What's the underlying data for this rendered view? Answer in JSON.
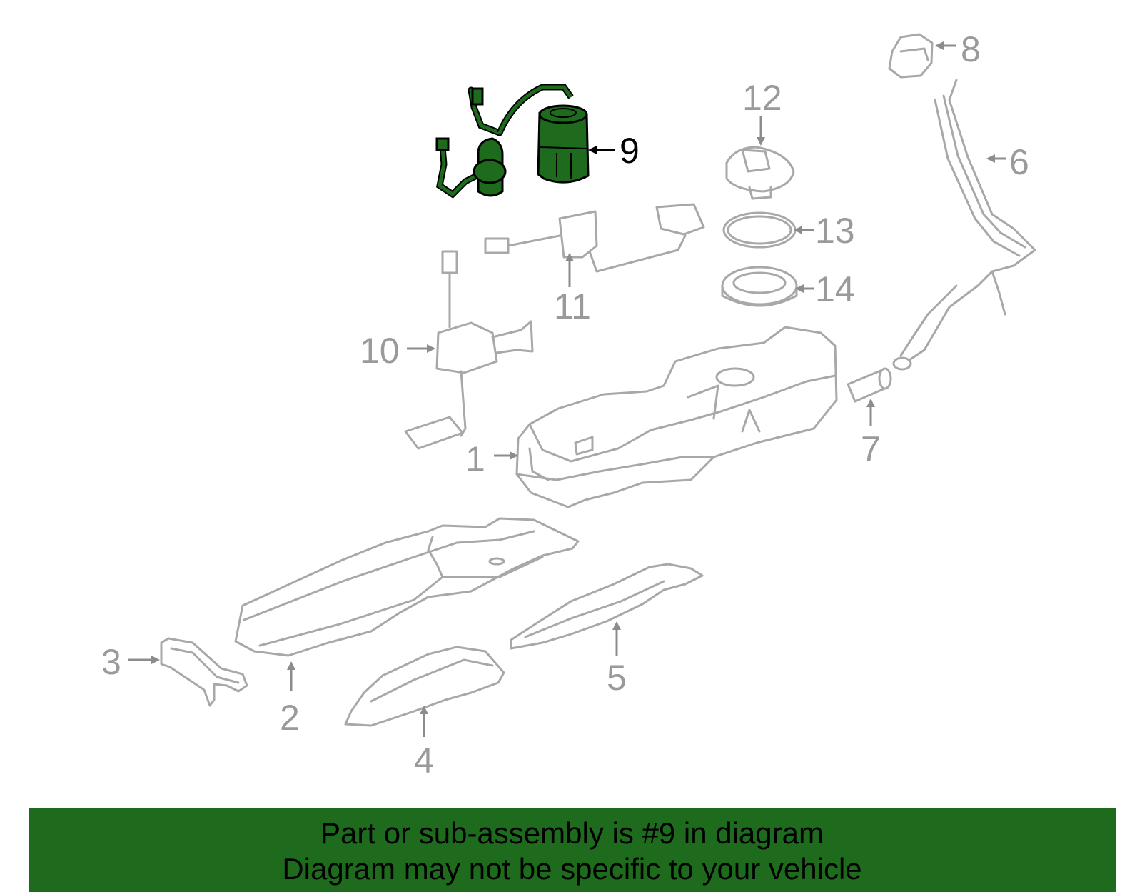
{
  "colors": {
    "highlight": "#1e6b1e",
    "banner_background": "#1e6b1e",
    "parts_line": "#a8a8a8",
    "callout_text": "#9a9a9a",
    "highlight_callout_text": "#000000"
  },
  "highlighted_part": "9",
  "callouts": {
    "c1": "1",
    "c2": "2",
    "c3": "3",
    "c4": "4",
    "c5": "5",
    "c6": "6",
    "c7": "7",
    "c8": "8",
    "c9": "9",
    "c10": "10",
    "c11": "11",
    "c12": "12",
    "c13": "13",
    "c14": "14"
  },
  "banner": {
    "line1": "Part or sub-assembly is #9 in diagram",
    "line2": "Diagram may not be specific to your vehicle"
  }
}
